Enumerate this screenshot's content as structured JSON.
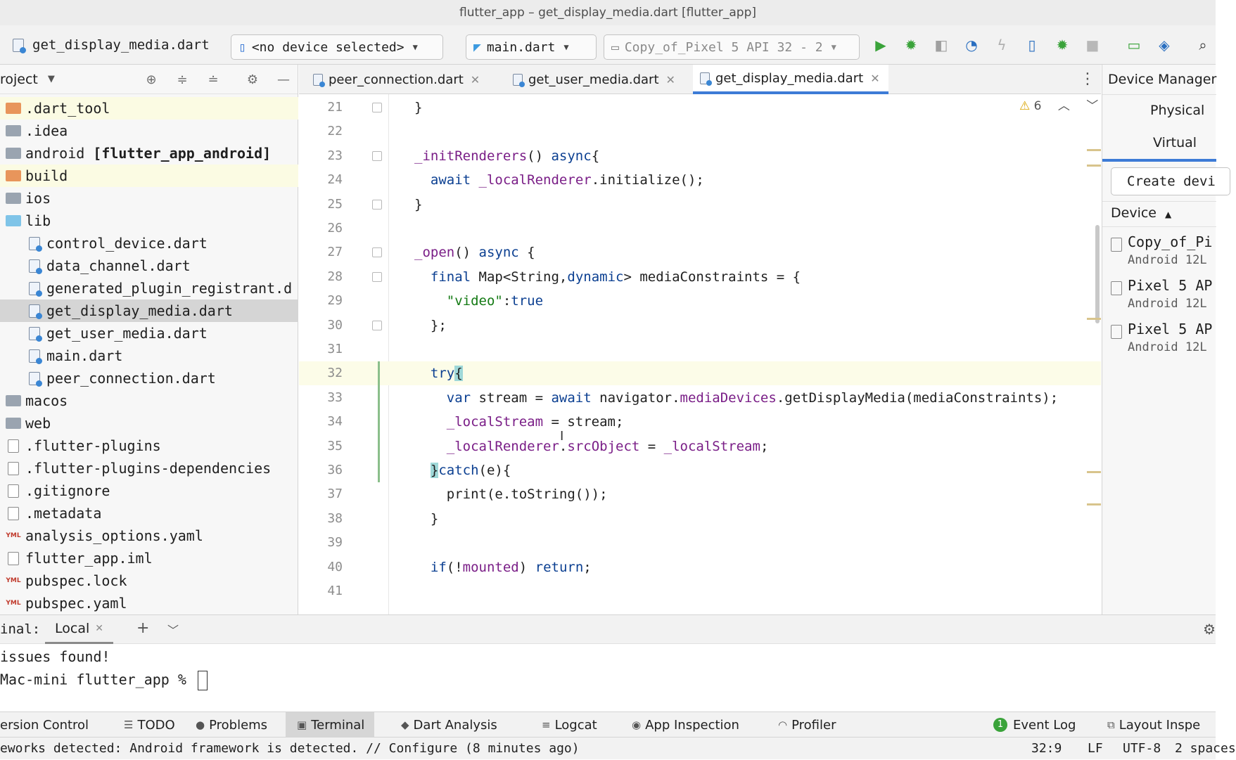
{
  "window": {
    "title": "flutter_app – get_display_media.dart [flutter_app]"
  },
  "toolbar": {
    "current_file": "get_display_media.dart",
    "device_selector": "<no device selected>",
    "run_config": "main.dart",
    "emulator": "Copy_of_Pixel 5 API 32 - 2",
    "icons": [
      "run-icon",
      "debug-icon",
      "attach-icon",
      "profile-icon",
      "apply-changes-icon",
      "device-file-icon",
      "debug-attach-icon",
      "stop-icon",
      "device-manager-icon",
      "sdk-icon",
      "search-icon"
    ]
  },
  "project_panel": {
    "title": "roject",
    "tree": [
      {
        "label": ".dart_tool",
        "type": "folder-orange",
        "indent": 0,
        "highlight": true
      },
      {
        "label": ".idea",
        "type": "folder-idea",
        "indent": 0
      },
      {
        "label": "android",
        "bold_suffix": "[flutter_app_android]",
        "type": "folder-module",
        "indent": 0
      },
      {
        "label": "build",
        "type": "folder-orange",
        "indent": 0,
        "highlight": true
      },
      {
        "label": "ios",
        "type": "folder-gray",
        "indent": 0
      },
      {
        "label": "lib",
        "type": "folder-blue",
        "indent": 0
      },
      {
        "label": "control_device.dart",
        "type": "dart",
        "indent": 1
      },
      {
        "label": "data_channel.dart",
        "type": "dart",
        "indent": 1
      },
      {
        "label": "generated_plugin_registrant.d",
        "type": "dart",
        "indent": 1
      },
      {
        "label": "get_display_media.dart",
        "type": "dart",
        "indent": 1,
        "selected": true
      },
      {
        "label": "get_user_media.dart",
        "type": "dart",
        "indent": 1
      },
      {
        "label": "main.dart",
        "type": "dart",
        "indent": 1
      },
      {
        "label": "peer_connection.dart",
        "type": "dart",
        "indent": 1
      },
      {
        "label": "macos",
        "type": "folder-gray",
        "indent": 0
      },
      {
        "label": "web",
        "type": "folder-web",
        "indent": 0
      },
      {
        "label": ".flutter-plugins",
        "type": "file",
        "indent": 0
      },
      {
        "label": ".flutter-plugins-dependencies",
        "type": "file",
        "indent": 0
      },
      {
        "label": ".gitignore",
        "type": "file",
        "indent": 0
      },
      {
        "label": ".metadata",
        "type": "file",
        "indent": 0
      },
      {
        "label": "analysis_options.yaml",
        "type": "yml",
        "indent": 0
      },
      {
        "label": "flutter_app.iml",
        "type": "file",
        "indent": 0
      },
      {
        "label": "pubspec.lock",
        "type": "yml",
        "indent": 0
      },
      {
        "label": "pubspec.yaml",
        "type": "yml",
        "indent": 0
      }
    ]
  },
  "editor": {
    "tabs": [
      {
        "label": "peer_connection.dart",
        "active": false
      },
      {
        "label": "get_user_media.dart",
        "active": false
      },
      {
        "label": "get_display_media.dart",
        "active": true
      }
    ],
    "warnings_count": "6",
    "current_line": "32",
    "lines": [
      {
        "n": "21",
        "html": "<span>}</span>"
      },
      {
        "n": "22",
        "html": ""
      },
      {
        "n": "23",
        "html": "<span class='mt'>_initRenderers</span>() <span class='kw'>async</span>{"
      },
      {
        "n": "24",
        "html": "  <span class='kw'>await</span> <span class='mt'>_localRenderer</span>.initialize();"
      },
      {
        "n": "25",
        "html": "}"
      },
      {
        "n": "26",
        "html": ""
      },
      {
        "n": "27",
        "html": "<span class='mt'>_open</span>() <span class='kw'>async</span> {"
      },
      {
        "n": "28",
        "html": "  <span class='kw'>final</span> Map&lt;String,<span class='tp'>dynamic</span>&gt; mediaConstraints = {"
      },
      {
        "n": "29",
        "html": "    <span class='st'>\"video\"</span>:<span class='kw'>true</span>"
      },
      {
        "n": "30",
        "html": "  };"
      },
      {
        "n": "31",
        "html": ""
      },
      {
        "n": "32",
        "html": "  <span class='kw'>try</span><span class='brace-hl'>{</span>"
      },
      {
        "n": "33",
        "html": "    <span class='kw'>var</span> stream = <span class='kw'>await</span> navigator.<span class='mt'>mediaDevices</span>.getDisplayMedia(mediaConstraints);"
      },
      {
        "n": "34",
        "html": "    <span class='mt'>_localStream</span> = stream;"
      },
      {
        "n": "35",
        "html": "    <span class='mt'>_localRenderer</span>.<span class='mt'>srcObject</span> = <span class='mt'>_localStream</span>;"
      },
      {
        "n": "36",
        "html": "  <span class='brace-hl'>}</span><span class='kw'>catch</span>(e){"
      },
      {
        "n": "37",
        "html": "    print(e.toString());"
      },
      {
        "n": "38",
        "html": "  }"
      },
      {
        "n": "39",
        "html": ""
      },
      {
        "n": "40",
        "html": "  <span class='kw'>if</span>(!<span class='mt'>mounted</span>) <span class='kw'>return</span>;"
      },
      {
        "n": "41",
        "html": ""
      }
    ]
  },
  "device_manager": {
    "title": "Device Manager",
    "tabs": [
      "Physical",
      "Virtual"
    ],
    "create_button": "Create devi",
    "column_header": "Device",
    "devices": [
      {
        "name": "Copy_of_Pi",
        "api": "Android 12L"
      },
      {
        "name": "Pixel 5 AP",
        "api": "Android 12L"
      },
      {
        "name": "Pixel 5 AP",
        "api": "Android 12L"
      }
    ]
  },
  "terminal": {
    "label": "inal:",
    "tab": "Local",
    "lines": [
      "issues found!",
      "Mac-mini flutter_app % "
    ]
  },
  "bottom_tools": {
    "left": [
      "ersion Control",
      "TODO",
      "Problems",
      "Terminal",
      "Dart Analysis",
      "Logcat",
      "App Inspection",
      "Profiler"
    ],
    "active": "Terminal",
    "event_log": "Event Log",
    "event_log_count": "1",
    "layout_inspector": "Layout Inspe"
  },
  "status_bar": {
    "message": "eworks detected: Android framework is detected. // Configure (8 minutes ago)",
    "position": "32:9",
    "line_sep": "LF",
    "encoding": "UTF-8",
    "indent": "2 spaces"
  },
  "colors": {
    "accent": "#3d7bd6",
    "run_green": "#3aa33a",
    "highlight_row": "#fbfbe3",
    "selected_row": "#d5d5d5",
    "current_line": "#fcfce8"
  }
}
